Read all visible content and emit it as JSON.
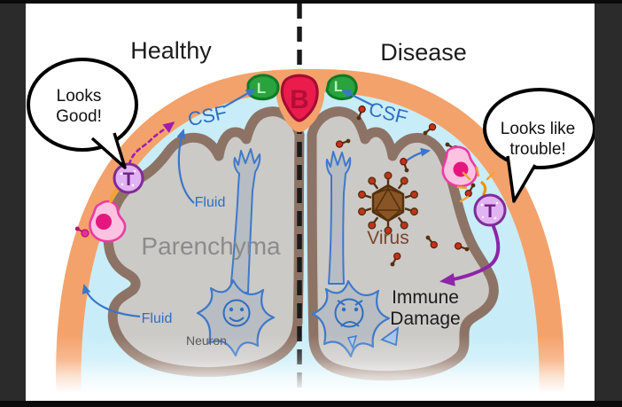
{
  "titles": {
    "healthy": "Healthy",
    "disease": "Disease"
  },
  "speech_bubbles": {
    "left": {
      "line1": "Looks",
      "line2": "Good!"
    },
    "right": {
      "line1": "Looks like",
      "line2": "trouble!"
    }
  },
  "labels": {
    "csf_left": "CSF",
    "csf_right": "CSF",
    "fluid_upper": "Fluid",
    "fluid_lower": "Fluid",
    "parenchyma": "Parenchyma",
    "neuron": "Neuron",
    "virus": "Virus",
    "immune_line1": "Immune",
    "immune_line2": "Damage"
  },
  "badges": {
    "blood": "B",
    "lymph_left": "L",
    "lymph_right": "L",
    "tcell_left": "T",
    "tcell_right": "T"
  },
  "colors": {
    "frame_dark": "#2b2b2b",
    "frame_black": "#0b0b0b",
    "skull_orange": "#f4a26b",
    "csf_blue": "#c8edf8",
    "meninges_brown": "#8d7365",
    "parenchyma_gray": "#cbcac7",
    "ventricle_gray": "#b7bdc3",
    "blood_red": "#ea1c4c",
    "blood_border": "#a50d33",
    "lymph_green": "#2aa23e",
    "lymph_border": "#0e7a26",
    "tcell_fill": "#e2b3f2",
    "tcell_border": "#7f2b96",
    "pinkcell_fill": "#fbc3e1",
    "pinkcell_border": "#ee3aa2",
    "nucleus_pink": "#e5177e",
    "virus_brown": "#8a5526",
    "virus_dark": "#54310f",
    "virus_tip_red": "#c2331a",
    "arrow_blue": "#3a76c8",
    "arrow_purple": "#8e24aa",
    "arrow_magenta": "#a21caf",
    "spark_orange": "#f2a331",
    "label_blue": "#2e6fc0",
    "divider_black": "#1a1a1a"
  }
}
